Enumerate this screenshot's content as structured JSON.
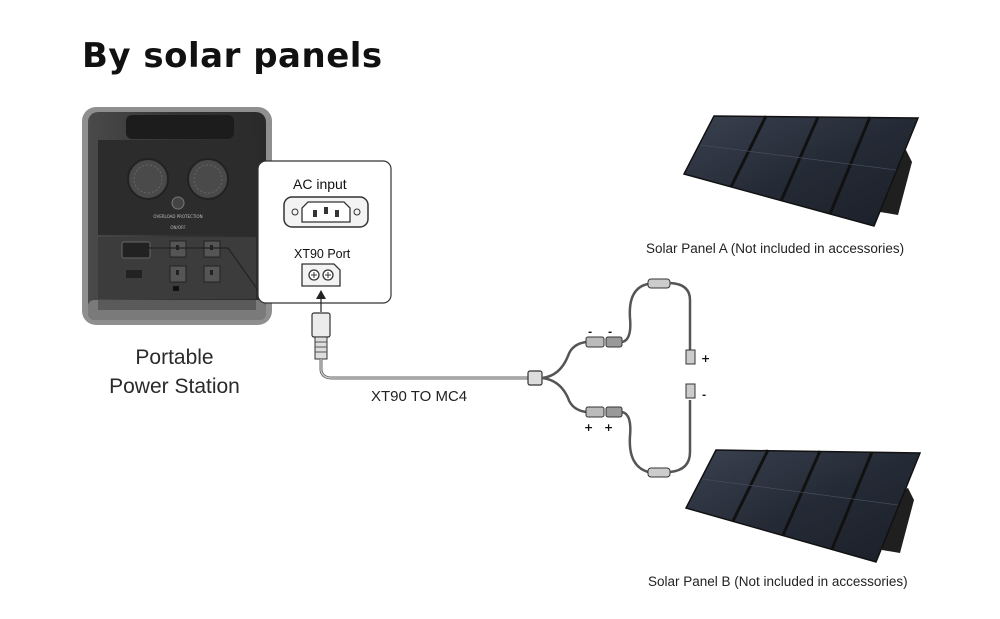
{
  "title": "By solar panels",
  "station": {
    "label_line1": "Portable",
    "label_line2": "Power Station"
  },
  "callout": {
    "ac_label": "AC input",
    "xt90_label": "XT90 Port"
  },
  "cable": {
    "label": "XT90 TO MC4"
  },
  "panels": [
    {
      "label": "Solar Panel A (Not included in accessories)"
    },
    {
      "label": "Solar Panel B (Not included in accessories)"
    }
  ],
  "station_text": {
    "protection": "OVERLOAD PROTECTION",
    "onoff": "ON/OFF"
  },
  "polarity": {
    "minus": "-",
    "plus": "+"
  },
  "colors": {
    "station_body": "#3a3a3a",
    "station_frame": "#8a8a8a",
    "panel": "#2b3140",
    "cable": "#555555"
  }
}
